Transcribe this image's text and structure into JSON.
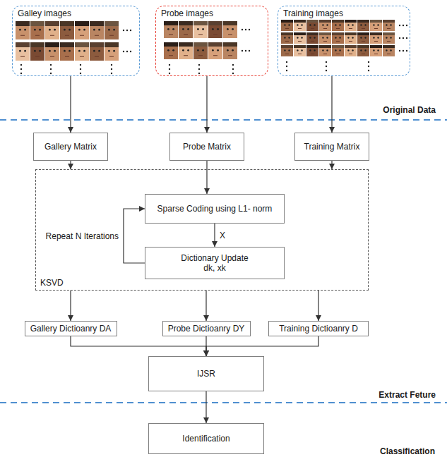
{
  "diagram": {
    "nodes": [
      {
        "text": [
          "Galley images"
        ]
      },
      {
        "text": [
          "Probe images"
        ]
      },
      {
        "text": [
          "Training images"
        ]
      },
      {
        "text": [
          "Gallery Matrix"
        ]
      },
      {
        "text": [
          "Probe Matrix"
        ]
      },
      {
        "text": [
          "Training Matrix"
        ]
      },
      {
        "text": [
          "KSVD"
        ]
      },
      {
        "text": [
          "Sparse Coding using L1- norm"
        ],
        "in": 6
      },
      {
        "text": [
          "Dictionary Update",
          "dk, xk"
        ],
        "in": 6
      },
      {
        "text": [
          "Gallery Dictioanry DA"
        ]
      },
      {
        "text": [
          "Probe Dictioanry DY"
        ]
      },
      {
        "text": [
          "Training Dictioanry D"
        ]
      },
      {
        "text": [
          "IJSR"
        ]
      },
      {
        "text": [
          "Identification"
        ]
      }
    ],
    "edges": [
      {
        "from": 0,
        "to": 3,
        "arrow": "to"
      },
      {
        "from": 1,
        "to": 4,
        "arrow": "to"
      },
      {
        "from": 2,
        "to": 5,
        "arrow": "to"
      },
      {
        "from": 3,
        "to": 6,
        "arrow": "to"
      },
      {
        "from": 4,
        "to": 7,
        "arrow": "to"
      },
      {
        "from": 5,
        "to": 6,
        "arrow": "to"
      },
      {
        "from": 7,
        "to": 8,
        "label": "X",
        "arrow": "to"
      },
      {
        "from": 8,
        "to": 7,
        "label": "Repeat N Iterations",
        "arrow": "to"
      },
      {
        "from": 6,
        "to": 9,
        "arrow": "to"
      },
      {
        "from": 6,
        "to": 10,
        "arrow": "to"
      },
      {
        "from": 6,
        "to": 11,
        "arrow": "to"
      },
      {
        "from": 9,
        "to": 12,
        "arrow": "to"
      },
      {
        "from": 10,
        "to": 12,
        "arrow": "to"
      },
      {
        "from": 11,
        "to": 12,
        "arrow": "to"
      },
      {
        "from": 12,
        "to": 13,
        "arrow": "to"
      }
    ],
    "labels": [
      "Original Data",
      "Extract Feture",
      "Classification"
    ]
  }
}
